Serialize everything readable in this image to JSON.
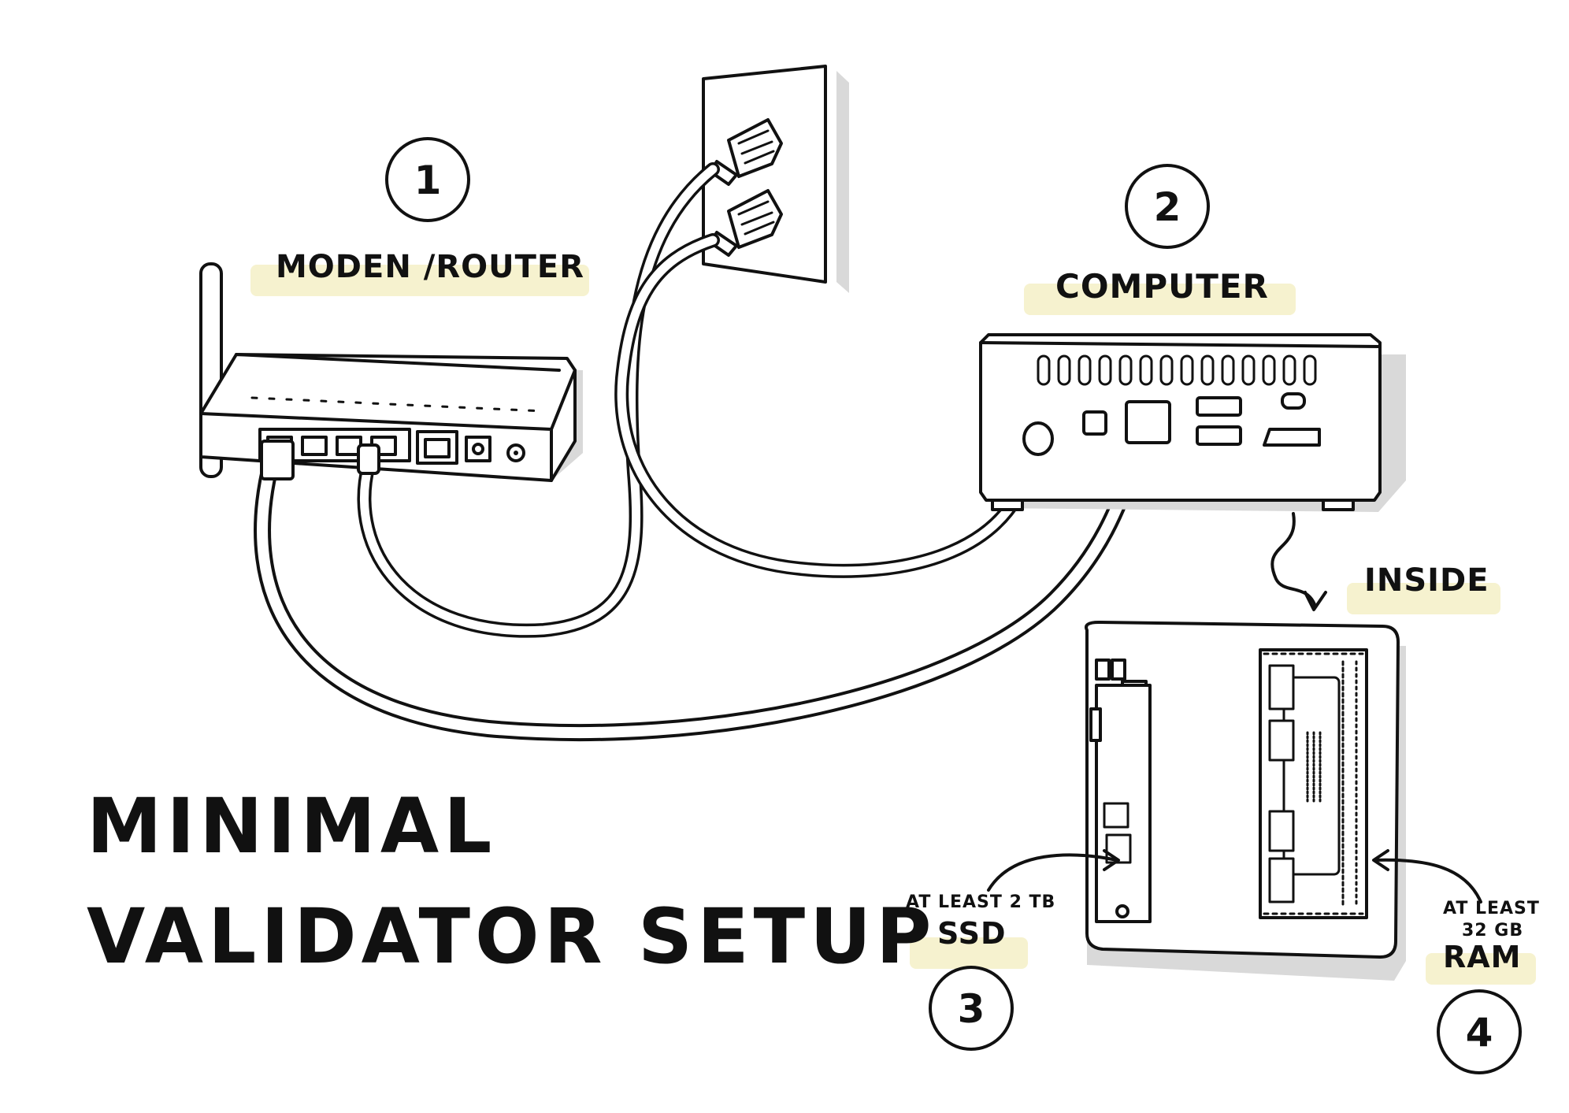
{
  "title": {
    "line1": "MINIMAL",
    "line2": "VALIDATOR SETUP"
  },
  "components": [
    {
      "number": "1",
      "label": "MODEN /ROUTER"
    },
    {
      "number": "2",
      "label": "COMPUTER"
    },
    {
      "number": "3",
      "label": "SSD",
      "note": "AT LEAST 2 TB"
    },
    {
      "number": "4",
      "label": "RAM",
      "note_line1": "AT LEAST",
      "note_line2": "32 GB"
    }
  ],
  "inside_label": "INSIDE",
  "colors": {
    "ink": "#111111",
    "highlight": "#f6f2cf",
    "shadow": "#d9d9d9"
  }
}
